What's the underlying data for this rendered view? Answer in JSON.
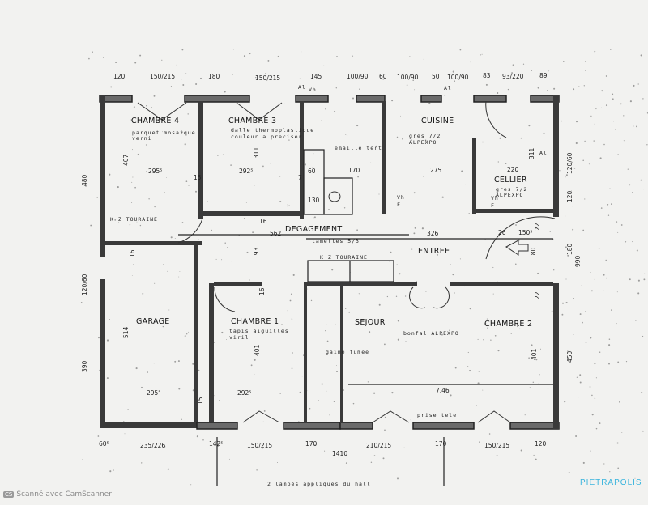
{
  "rooms": {
    "chambre4": "CHAMBRE 4",
    "chambre3": "CHAMBRE 3",
    "cuisine": "CUISINE",
    "cellier": "CELLIER",
    "degagement": "DEGAGEMENT",
    "entree": "ENTREE",
    "garage": "GARAGE",
    "chambre1": "CHAMBRE 1",
    "sejour": "SEJOUR",
    "chambre2": "CHAMBRE 2"
  },
  "notes": {
    "ch4_floor_1": "parquet mosaique",
    "ch4_floor_2": "verni",
    "ch3_floor_1": "dalle thermoplastique",
    "ch3_floor_2": "couleur a preciser",
    "cuisine_floor_1": "gres 7/2",
    "cuisine_floor_2": "ALPEXPO",
    "cellier_floor_1": "gres 7/2",
    "cellier_floor_2": "ALPEXPO",
    "bath_floor": "emaille tert",
    "kz_touraine_1": "K Z TOURAINE",
    "kz_touraine_2": "K Z TOURAINE",
    "lamelles": "lamelles 5/3",
    "ch1_floor_1": "tapis aiguilles",
    "ch1_floor_2": "viril",
    "sejour_floor": "bonfal ALPEXPO",
    "fumee": "gaine fumee",
    "prise_tele": "prise tele",
    "lampes": "2 lampes appliques   du hall",
    "vh1": "Vh",
    "f1": "F",
    "vh2": "Vh",
    "f2": "F",
    "al1": "Al",
    "al2": "Al",
    "al3": "Al",
    "vh_top": "Vh"
  },
  "top_dimensions": [
    "120",
    "150/215",
    "180",
    "150/215",
    "145",
    "100/90",
    "60",
    "100/90",
    "50",
    "100/90",
    "83",
    "93/220",
    "89"
  ],
  "bottom_dimensions": [
    "60⁵",
    "235/226",
    "142⁵",
    "150/215",
    "170",
    "210/215",
    "170",
    "150/215",
    "120"
  ],
  "bottom_total": "1410",
  "left_dimensions": [
    "480",
    "120/60",
    "390"
  ],
  "right_dimensions": [
    "120/60",
    "120",
    "180",
    "990",
    "450"
  ],
  "room_dimensions": {
    "ch4_depth": "407",
    "ch4_width": "295⁵",
    "ch3_depth": "311",
    "ch3_width": "292⁵",
    "wall15": "15",
    "wall16a": "16",
    "closet60": "60",
    "bath170": "170",
    "wc130": "130",
    "kitchen275": "275",
    "cellier220": "220",
    "cellier311": "311",
    "hall562": "562",
    "hall193": "193",
    "hall326": "326",
    "hall26": "26",
    "entry150": "150⁵",
    "entry180": "180",
    "garage514": "514",
    "garage295": "295⁵",
    "garage16": "16",
    "ch1_401": "401",
    "ch1_292": "292⁵",
    "ch2_401": "401",
    "sejour746": "7.46",
    "wall22a": "22",
    "wall22b": "22",
    "seven": "7",
    "ch1_16": "16",
    "garage15": "15"
  },
  "footer": {
    "cs_badge": "CS",
    "scanner": "Scanné avec CamScanner",
    "brand": "PIETRAPOLIS"
  },
  "colors": {
    "brand": "#39b4dd",
    "wall": "#3a3a3a"
  }
}
